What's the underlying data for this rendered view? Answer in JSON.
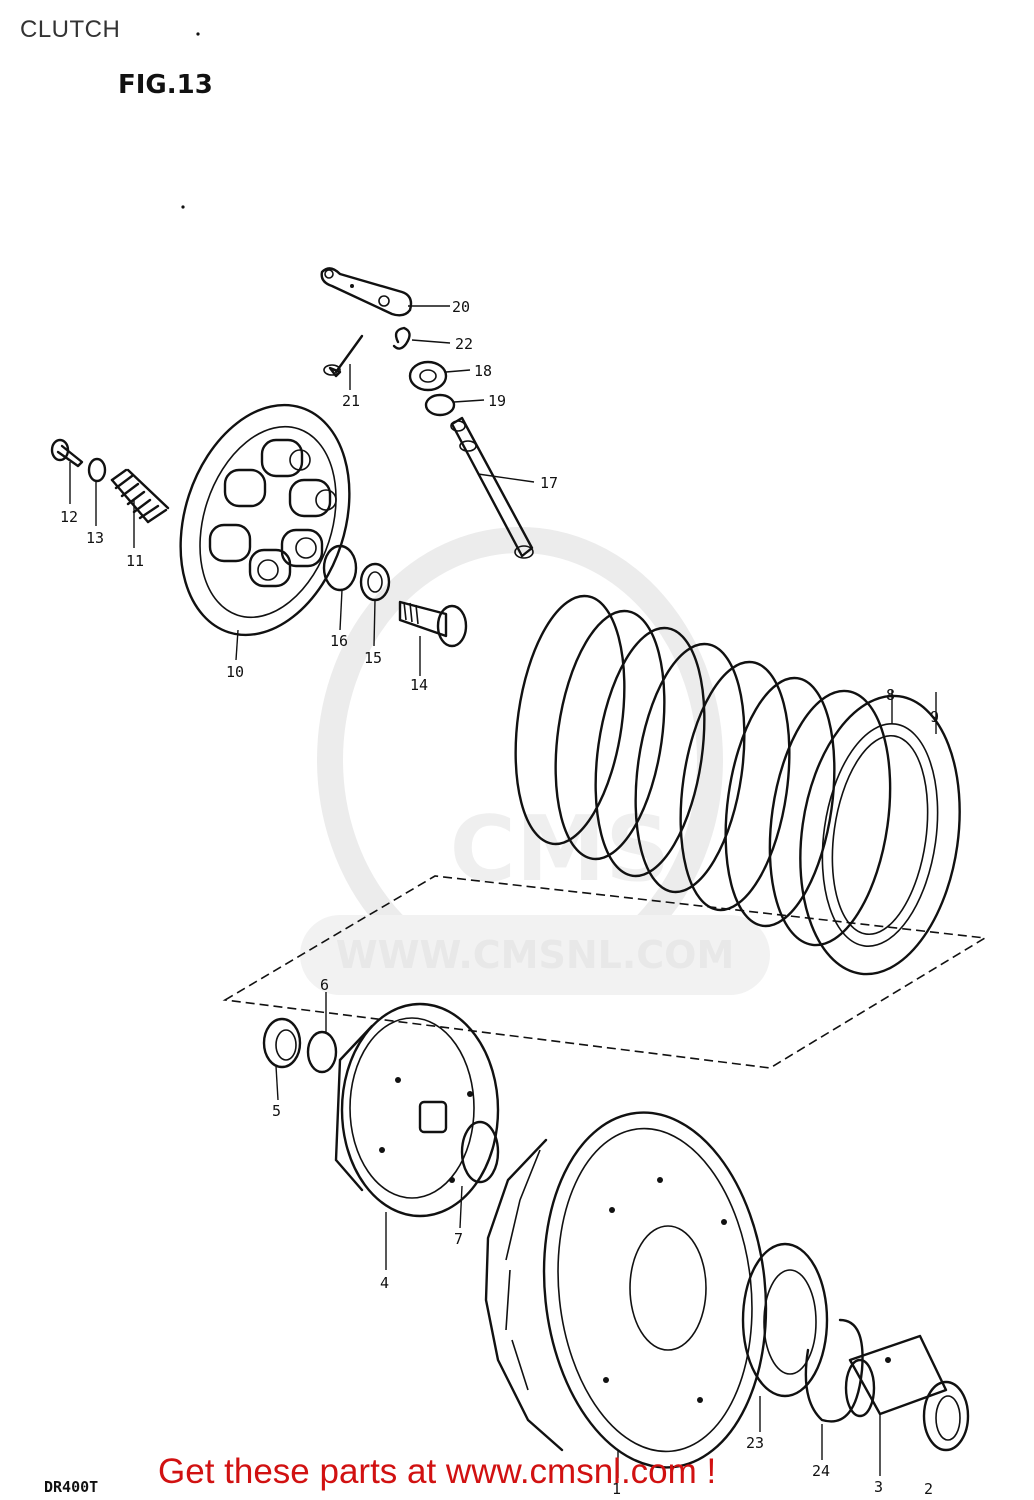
{
  "header": {
    "title": "CLUTCH",
    "figure": "FIG.13"
  },
  "watermark": {
    "text": "WWW.CMSNL.COM",
    "logo_text": "CMS"
  },
  "footer": {
    "model": "DR400T",
    "cta": "Get these parts at www.cmsnl.com !"
  },
  "colors": {
    "cta": "#d11111",
    "ink": "#111111",
    "watermark": "#e8e8e8"
  },
  "parts": [
    {
      "id": "p1",
      "number": "1"
    },
    {
      "id": "p2",
      "number": "2"
    },
    {
      "id": "p3",
      "number": "3"
    },
    {
      "id": "p4",
      "number": "4"
    },
    {
      "id": "p5",
      "number": "5"
    },
    {
      "id": "p6",
      "number": "6"
    },
    {
      "id": "p7",
      "number": "7"
    },
    {
      "id": "p8",
      "number": "8"
    },
    {
      "id": "p9",
      "number": "9"
    },
    {
      "id": "p10",
      "number": "10"
    },
    {
      "id": "p11",
      "number": "11"
    },
    {
      "id": "p12",
      "number": "12"
    },
    {
      "id": "p13",
      "number": "13"
    },
    {
      "id": "p14",
      "number": "14"
    },
    {
      "id": "p15",
      "number": "15"
    },
    {
      "id": "p16",
      "number": "16"
    },
    {
      "id": "p17",
      "number": "17"
    },
    {
      "id": "p18",
      "number": "18"
    },
    {
      "id": "p19",
      "number": "19"
    },
    {
      "id": "p20",
      "number": "20"
    },
    {
      "id": "p21",
      "number": "21"
    },
    {
      "id": "p22",
      "number": "22"
    },
    {
      "id": "p23",
      "number": "23"
    },
    {
      "id": "p24",
      "number": "24"
    }
  ]
}
